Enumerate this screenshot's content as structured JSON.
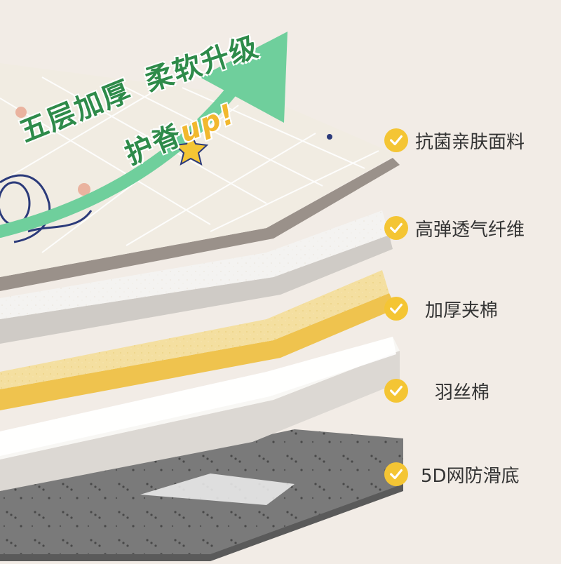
{
  "headline": {
    "line1": "五层加厚",
    "line2": "柔软升级",
    "line3_main": "护脊",
    "line3_accent": "up!"
  },
  "features": [
    {
      "label": "抗菌亲肤面料"
    },
    {
      "label": "高弹透气纤维"
    },
    {
      "label": "加厚夹棉"
    },
    {
      "label": "羽丝棉"
    },
    {
      "label": "5D网防滑底"
    }
  ],
  "colors": {
    "background": "#f2ece6",
    "headline_green": "#2e8b4a",
    "accent_yellow": "#f4c534",
    "arrow_mint": "#6fcf9c",
    "layer_fabric": "#f3efe6",
    "layer_fiber": "#f2f1ee",
    "layer_cotton": "#f3dea0",
    "layer_down": "#f7f6f3",
    "layer_base": "#6a6a6a"
  },
  "icons": [
    "check-icon",
    "star-icon",
    "upward-arrow-icon"
  ]
}
